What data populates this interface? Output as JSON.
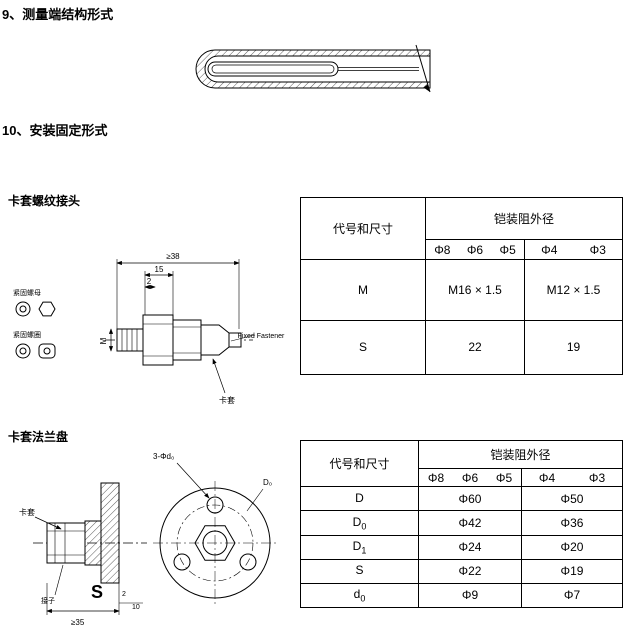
{
  "page": {
    "section9_title": "9、测量端结构形式",
    "section10_title": "10、安装固定形式",
    "fitting_title": "卡套螺纹接头",
    "flange_title": "卡套法兰盘"
  },
  "fitting_drawing": {
    "icon_label_1": "紧固螺母",
    "icon_label_2": "紧固螺圈",
    "dim_38": "≥38",
    "dim_15": "15",
    "dim_2": "2",
    "dim_m": "M",
    "fastener_label": "Fixed Fastener",
    "ferrule_label": "卡套"
  },
  "flange_drawing": {
    "ferrule_label": "卡套",
    "nut_label": "接子",
    "s_label": "S",
    "dim_2": "2",
    "dim_10": "10",
    "dim_35": "≥35",
    "holes_label": "3-Φd₀",
    "diameter_label": "D₀"
  },
  "table1": {
    "header_left": "代号和尺寸",
    "header_right": "铠装阻外径",
    "sub_left": [
      "Φ8",
      "Φ6",
      "Φ5"
    ],
    "sub_right": [
      "Φ4",
      "Φ3"
    ],
    "rows": [
      {
        "label": "M",
        "left": "M16 × 1.5",
        "right": "M12 × 1.5"
      },
      {
        "label": "S",
        "left": "22",
        "right": "19"
      }
    ]
  },
  "table2": {
    "header_left": "代号和尺寸",
    "header_right": "铠装阻外径",
    "sub_left": [
      "Φ8",
      "Φ6",
      "Φ5"
    ],
    "sub_right": [
      "Φ4",
      "Φ3"
    ],
    "rows": [
      {
        "main": "D",
        "sub": "",
        "left": "Φ60",
        "right": "Φ50"
      },
      {
        "main": "D",
        "sub": "0",
        "left": "Φ42",
        "right": "Φ36"
      },
      {
        "main": "D",
        "sub": "1",
        "left": "Φ24",
        "right": "Φ20"
      },
      {
        "main": "S",
        "sub": "",
        "left": "Φ22",
        "right": "Φ19"
      },
      {
        "main": "d",
        "sub": "0",
        "left": "Φ9",
        "right": "Φ7"
      }
    ]
  }
}
